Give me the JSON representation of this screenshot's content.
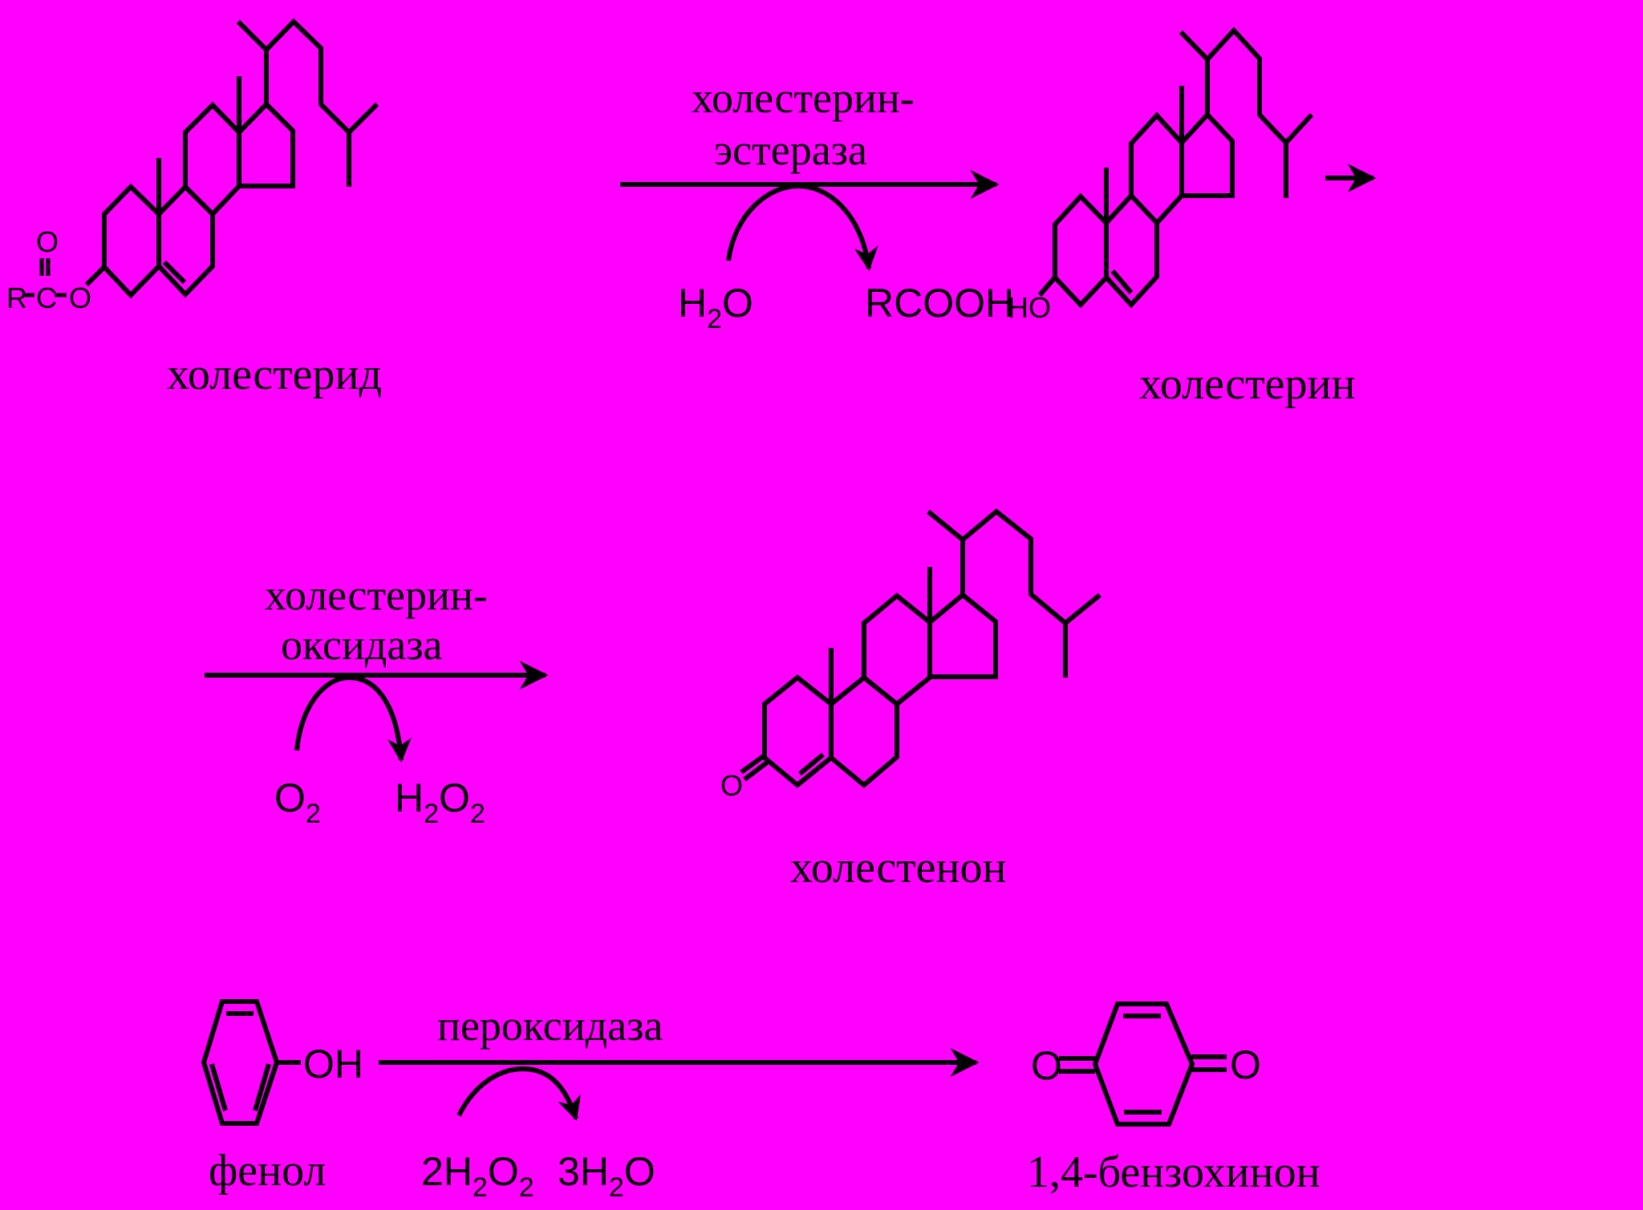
{
  "title": "Ферментативное определение холестерина",
  "background_color": "#ff00ff",
  "line_color": "#000000",
  "reactions": [
    {
      "substrate": {
        "name": "холестерид",
        "ester_group": {
          "r": "R",
          "c": "C",
          "o_ester": "O",
          "o_carbonyl": "O"
        }
      },
      "enzyme_line1": "холестерин-",
      "enzyme_line2": "эстераза",
      "cosubstrate": {
        "base": "H",
        "sub": "2",
        "rest": "O"
      },
      "coproduct": "RCOOH",
      "product": {
        "name": "холестерин",
        "hydroxyl": "HO"
      }
    },
    {
      "enzyme_line1": "холестерин-",
      "enzyme_line2": "оксидаза",
      "cosubstrate": {
        "base": "O",
        "sub": "2"
      },
      "coproduct": {
        "a": "H",
        "a_sub": "2",
        "b": "O",
        "b_sub": "2"
      },
      "product": {
        "name": "холестенон",
        "carbonyl": "O"
      }
    },
    {
      "substrate": {
        "name": "фенол",
        "hydroxyl": "OH"
      },
      "enzyme": "пероксидаза",
      "cosubstrate": {
        "coef": "2",
        "a": "H",
        "a_sub": "2",
        "b": "O",
        "b_sub": "2"
      },
      "coproduct": {
        "coef": "3",
        "a": "H",
        "a_sub": "2",
        "b": "O"
      },
      "product": {
        "name": "1,4-бензохинон",
        "o_left": "O",
        "o_right": "O"
      }
    }
  ]
}
